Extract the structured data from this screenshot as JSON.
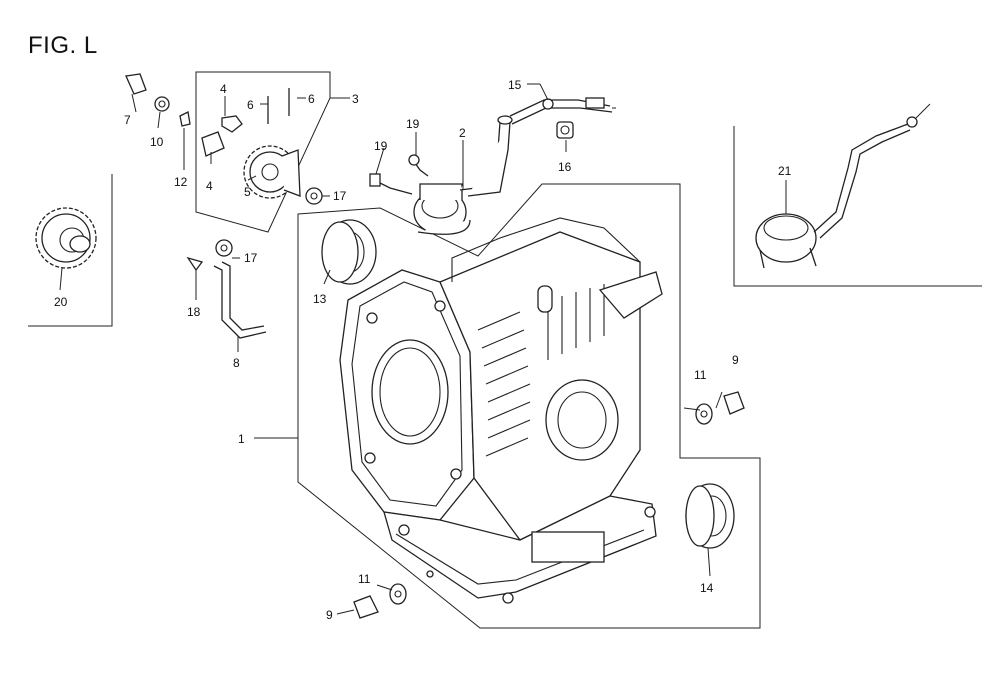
{
  "figure": {
    "title": "FIG. L",
    "callouts": [
      "1",
      "2",
      "3",
      "4",
      "4",
      "5",
      "6",
      "6",
      "7",
      "8",
      "9",
      "9",
      "10",
      "11",
      "11",
      "12",
      "13",
      "14",
      "15",
      "16",
      "17",
      "17",
      "18",
      "19",
      "19",
      "20",
      "21"
    ]
  },
  "colors": {
    "line": "#222222",
    "background": "#ffffff"
  }
}
